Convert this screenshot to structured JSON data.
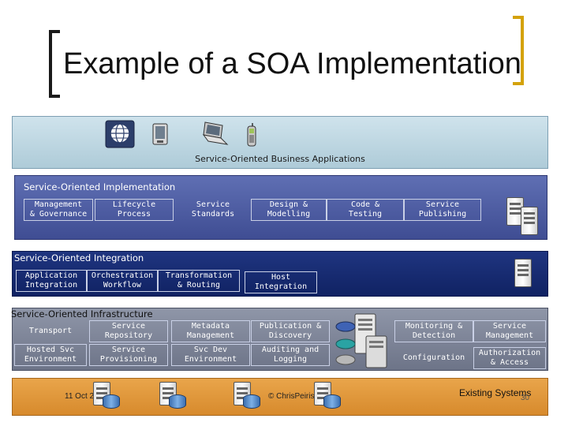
{
  "slide": {
    "title": "Example of a SOA Implementation",
    "page_number": "30"
  },
  "business": {
    "label": "Service-Oriented Business Applications",
    "icons": [
      "globe-icon",
      "monitor-icon",
      "laptop-icon",
      "phone-icon"
    ]
  },
  "implementation": {
    "title": "Service-Oriented Implementation",
    "items": [
      "Management\n& Governance",
      "Lifecycle\nProcess",
      "Service\nStandards",
      "Design &\nModelling",
      "Code &\nTesting",
      "Service\nPublishing"
    ]
  },
  "integration": {
    "title": "Service-Oriented Integration",
    "items": [
      "Application\nIntegration",
      "Orchestration\nWorkflow",
      "Transformation\n& Routing",
      "Host\nIntegration"
    ]
  },
  "infrastructure": {
    "title": "Service-Oriented Infrastructure",
    "row1": [
      "Transport",
      "Service\nRepository",
      "Metadata\nManagement",
      "Publication &\nDiscovery",
      "Monitoring &\nDetection",
      "Service\nManagement"
    ],
    "row2": [
      "Hosted Svc\nEnvironment",
      "Service\nProvisioning",
      "Svc Dev\nEnvironment",
      "Auditing and\nLogging",
      "Configuration",
      "Authorization\n& Access"
    ]
  },
  "existing": {
    "title": "Existing Systems",
    "date": "11 Oct 2006",
    "copyright": "© ChrisPeiris.com"
  },
  "colors": {
    "business_band": "#bcd6e2",
    "implementation_band": "#4f5ea3",
    "integration_band": "#172b72",
    "infrastructure_band": "#7e8598",
    "existing_band": "#e09838",
    "accent_bracket": "#d4a20a"
  }
}
